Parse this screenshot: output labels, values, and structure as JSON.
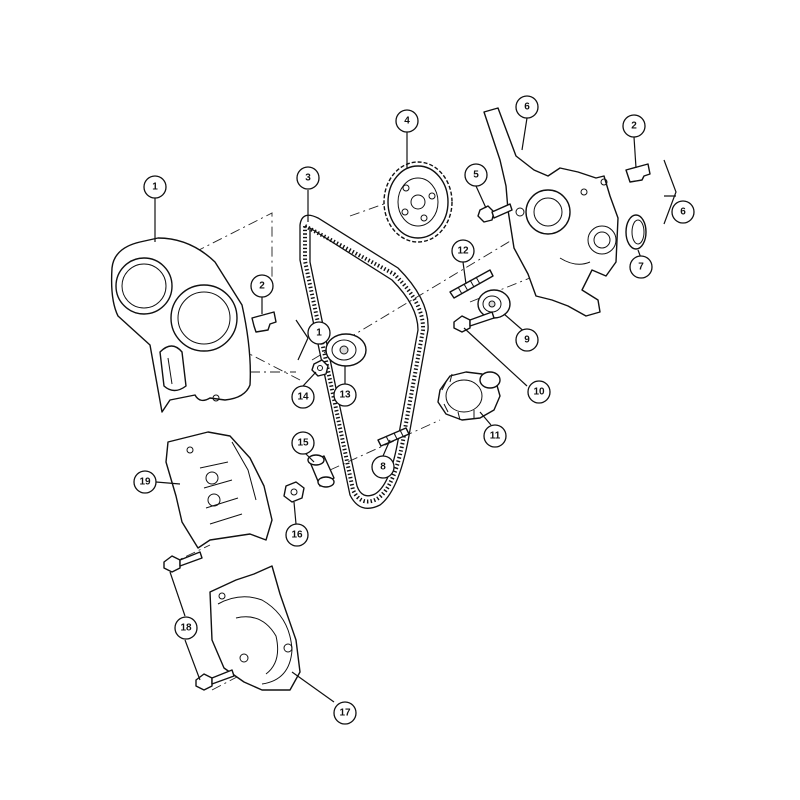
{
  "callouts": [
    {
      "id": "c1a",
      "label": "1"
    },
    {
      "id": "c1b",
      "label": "1"
    },
    {
      "id": "c2a",
      "label": "2"
    },
    {
      "id": "c2b",
      "label": "2"
    },
    {
      "id": "c3",
      "label": "3"
    },
    {
      "id": "c4",
      "label": "4"
    },
    {
      "id": "c5",
      "label": "5"
    },
    {
      "id": "c6a",
      "label": "6"
    },
    {
      "id": "c6b",
      "label": "6"
    },
    {
      "id": "c7",
      "label": "7"
    },
    {
      "id": "c8",
      "label": "8"
    },
    {
      "id": "c9",
      "label": "9"
    },
    {
      "id": "c10",
      "label": "10"
    },
    {
      "id": "c11",
      "label": "11"
    },
    {
      "id": "c12",
      "label": "12"
    },
    {
      "id": "c13",
      "label": "13"
    },
    {
      "id": "c14",
      "label": "14"
    },
    {
      "id": "c15",
      "label": "15"
    },
    {
      "id": "c16",
      "label": "16"
    },
    {
      "id": "c17",
      "label": "17"
    },
    {
      "id": "c18",
      "label": "18"
    },
    {
      "id": "c19",
      "label": "19"
    }
  ]
}
